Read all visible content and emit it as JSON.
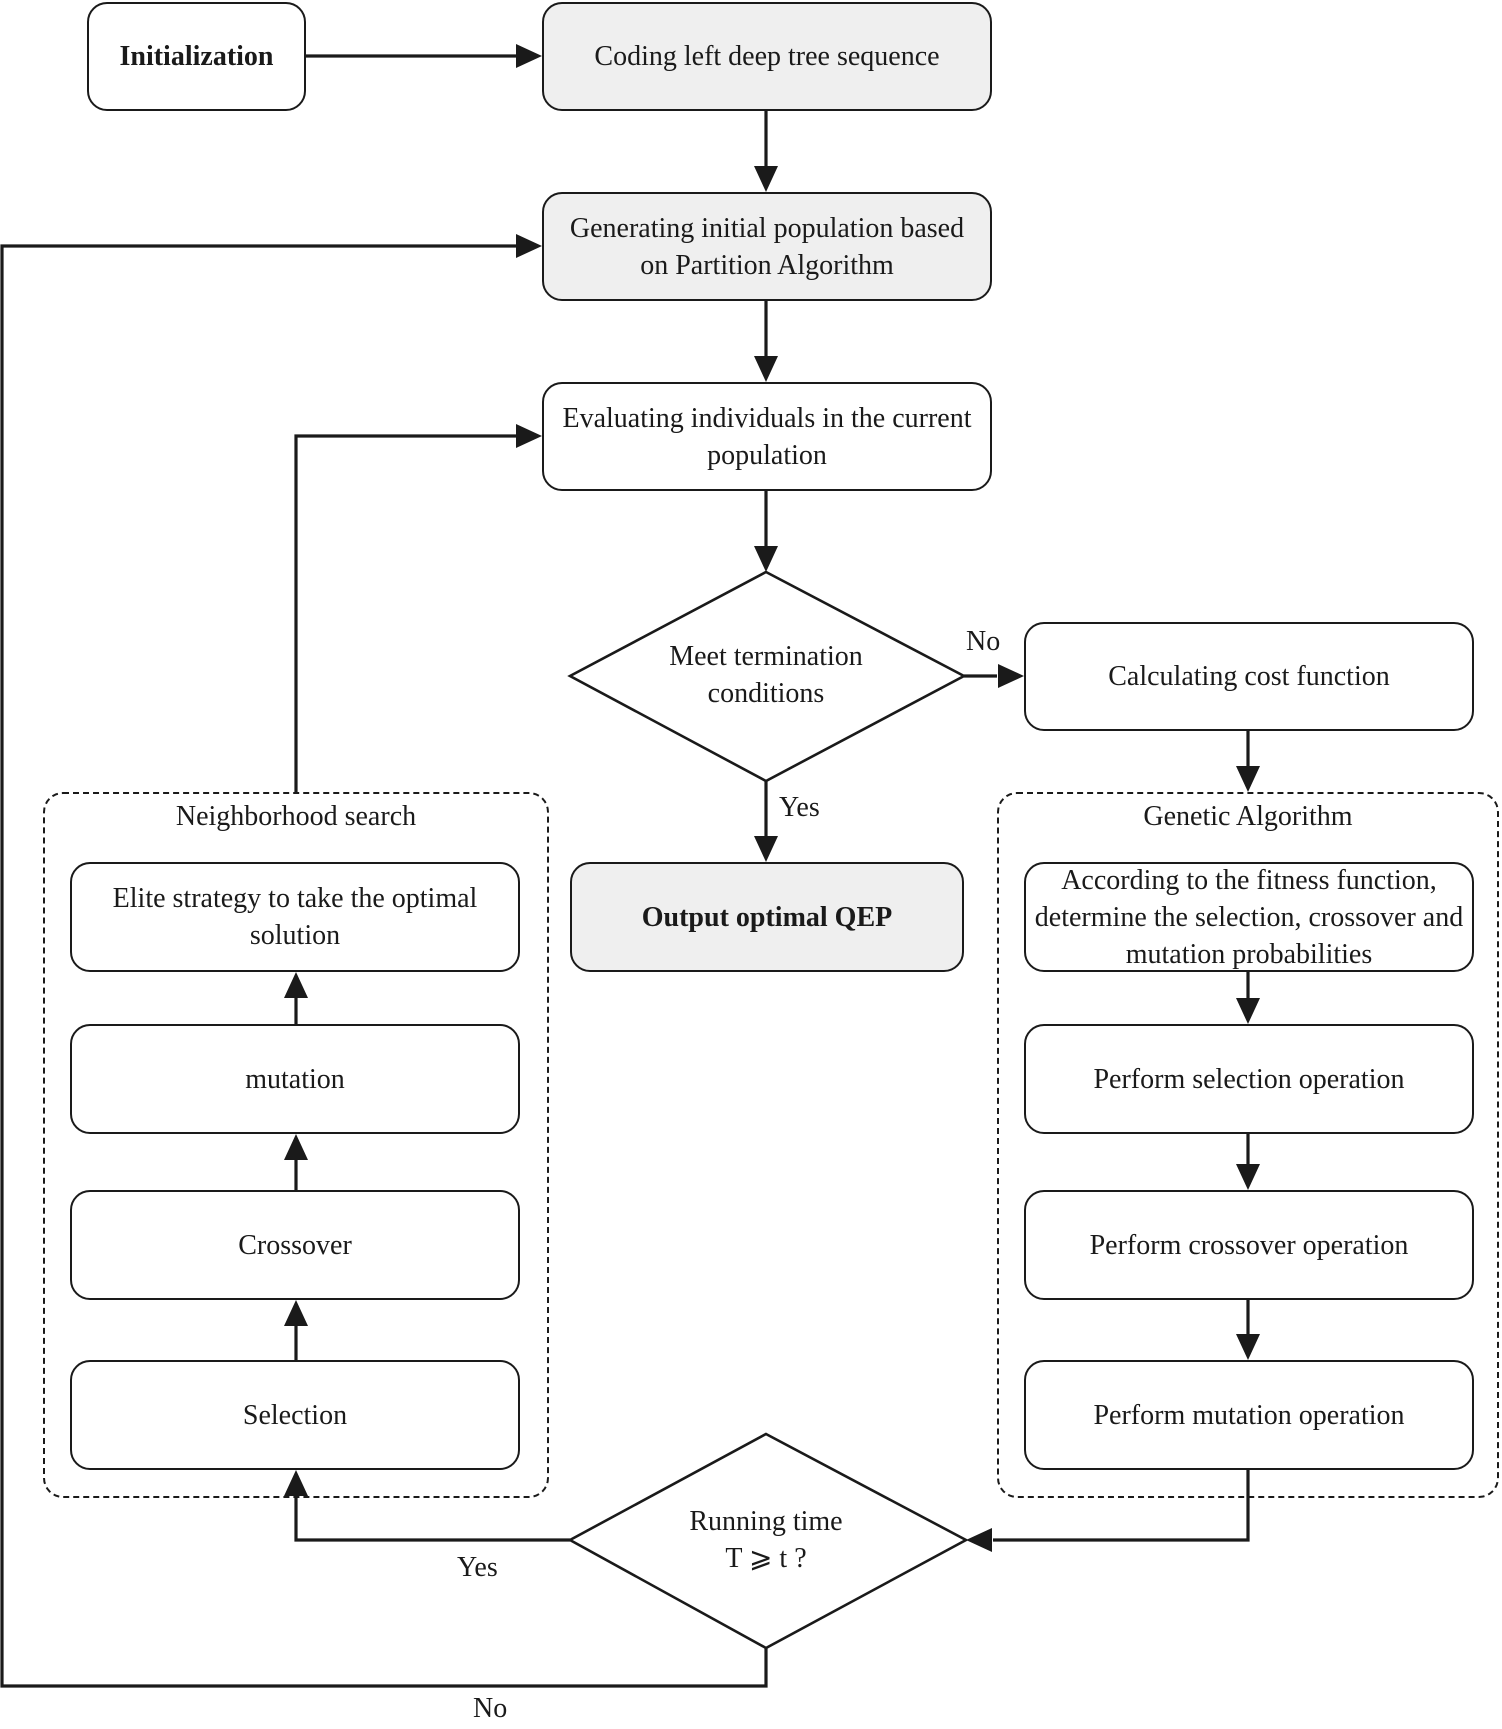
{
  "nodes": {
    "initialization": "Initialization",
    "coding": "Coding left deep tree sequence",
    "generating": "Generating initial population based on Partition Algorithm",
    "evaluating": "Evaluating individuals in the current population",
    "termination": "Meet termination conditions",
    "output": "Output optimal QEP",
    "cost": "Calculating cost function",
    "fitness": "According to the fitness function, determine the selection, crossover and mutation probabilities",
    "perform_selection": "Perform selection operation",
    "perform_crossover": "Perform crossover operation",
    "perform_mutation": "Perform mutation operation",
    "running_line1": "Running time",
    "running_line2": "T ⩾ t ?",
    "elite": "Elite strategy to take the optimal solution",
    "mutation": "mutation",
    "crossover": "Crossover",
    "selection": "Selection"
  },
  "groups": {
    "neighborhood": "Neighborhood search",
    "genetic": "Genetic Algorithm"
  },
  "edges": {
    "term_no": "No",
    "term_yes": "Yes",
    "run_yes": "Yes",
    "run_no": "No"
  }
}
